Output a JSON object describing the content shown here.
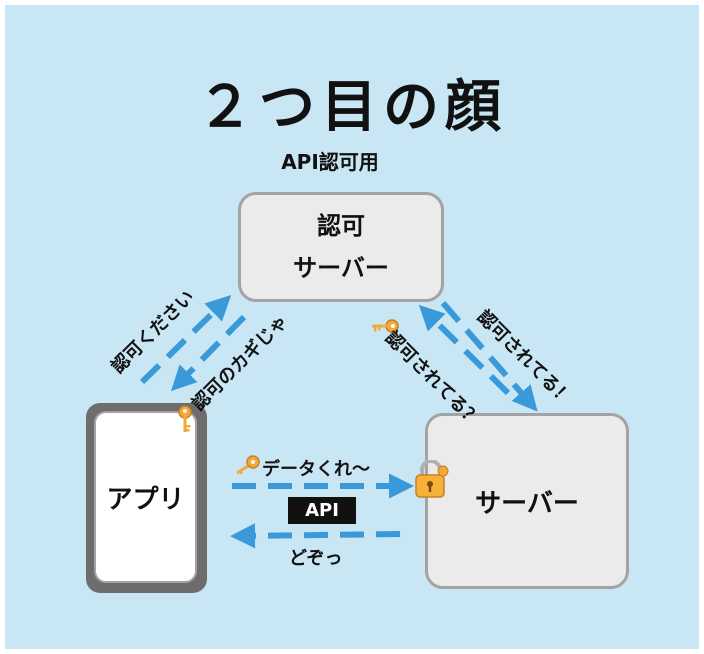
{
  "title": "２つ目の顔",
  "subtitle": "API認可用",
  "auth_server": {
    "line1": "認可",
    "line2": "サーバー"
  },
  "resource_server": {
    "label": "サーバー"
  },
  "app": {
    "label": "アプリ"
  },
  "edges": {
    "app_to_auth": "認可ください",
    "auth_to_app": "認可のカギじゃ",
    "server_to_auth": "認可されてる？",
    "auth_to_server": "認可されてる！",
    "app_to_server": "データくれ～",
    "server_to_app": "どぞっ",
    "api_badge": "API"
  },
  "icons": [
    "key-icon",
    "lock-icon"
  ],
  "colors": {
    "background": "#c9e6f4",
    "arrow": "#3a9ad9",
    "box": "#ebebeb",
    "phone": "#6d6d6d"
  }
}
